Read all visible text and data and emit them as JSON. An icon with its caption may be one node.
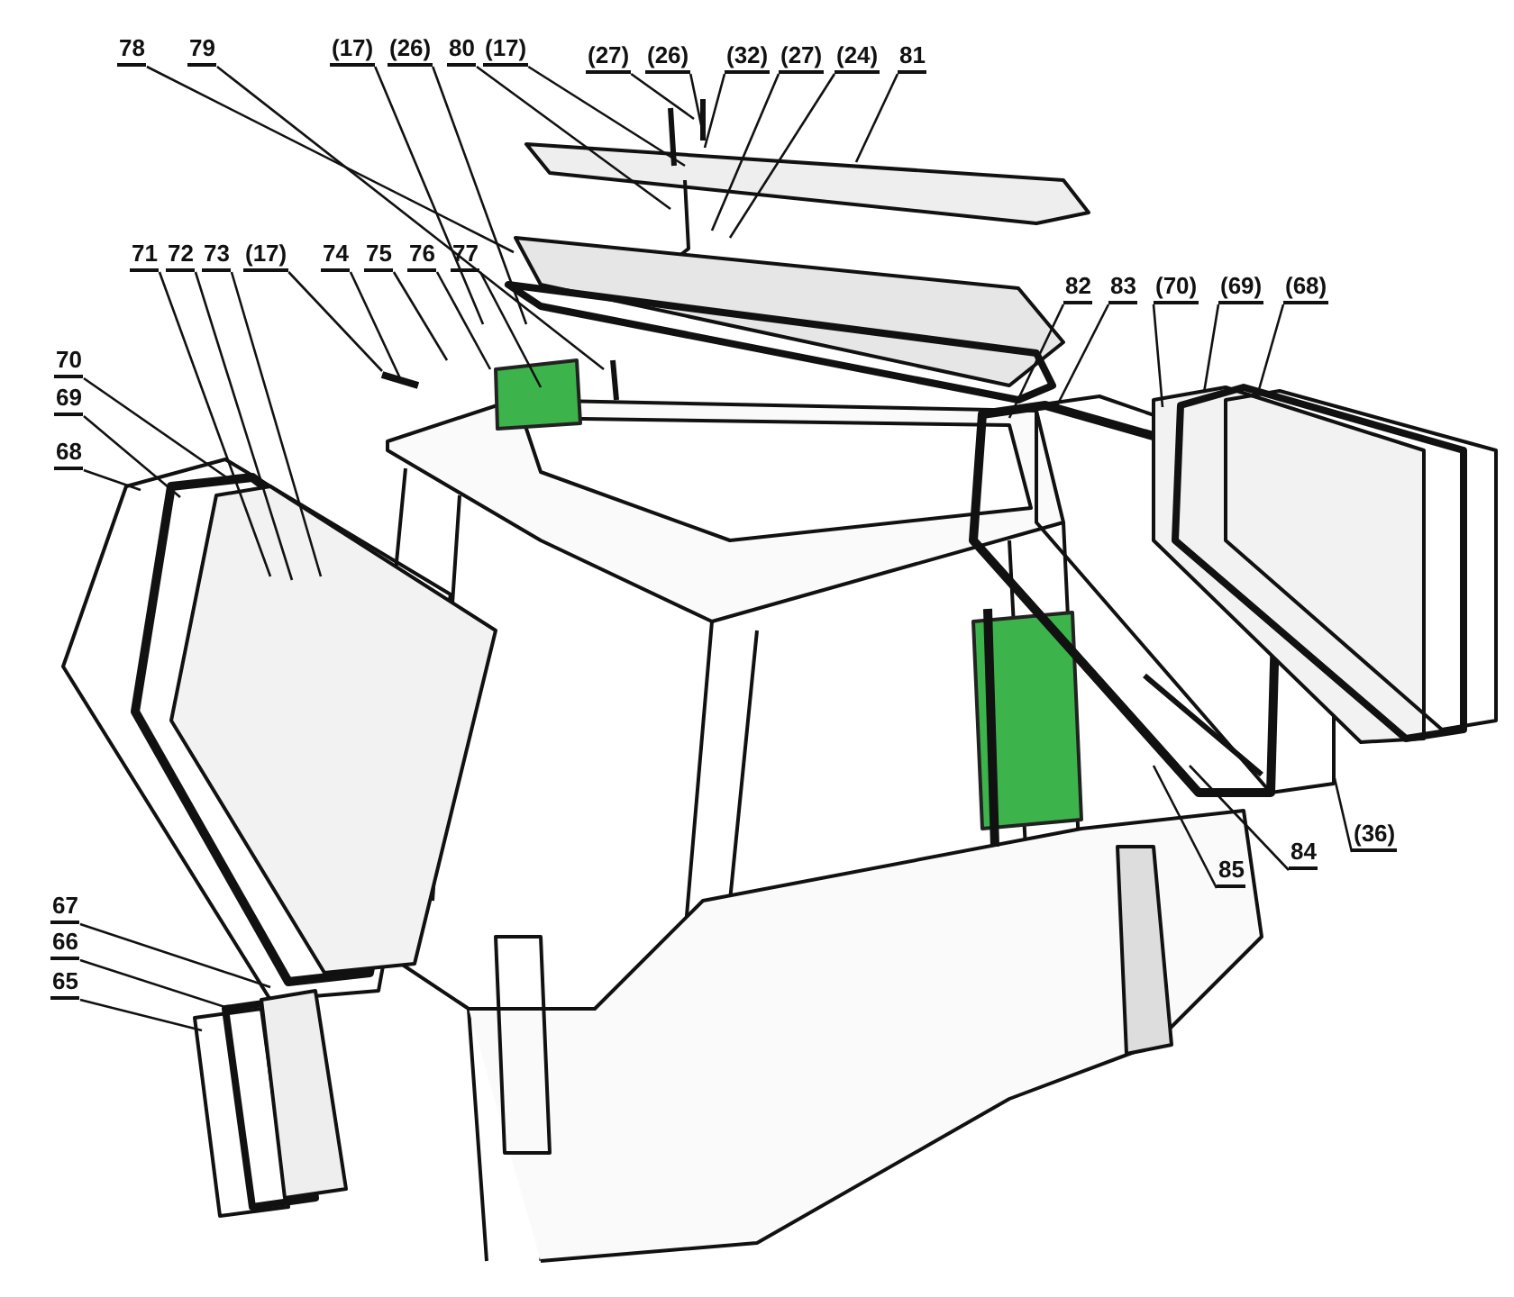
{
  "diagram": {
    "nodes": [
      {
        "text": [
          "78"
        ]
      },
      {
        "text": [
          "79"
        ]
      },
      {
        "text": [
          "(17)"
        ]
      },
      {
        "text": [
          "(26)"
        ]
      },
      {
        "text": [
          "80"
        ]
      },
      {
        "text": [
          "(17)"
        ]
      },
      {
        "text": [
          "(27)"
        ]
      },
      {
        "text": [
          "(26)"
        ]
      },
      {
        "text": [
          "(32)"
        ]
      },
      {
        "text": [
          "(27)"
        ]
      },
      {
        "text": [
          "(24)"
        ]
      },
      {
        "text": [
          "81"
        ]
      },
      {
        "text": [
          "71"
        ]
      },
      {
        "text": [
          "72"
        ]
      },
      {
        "text": [
          "73"
        ]
      },
      {
        "text": [
          "(17)"
        ]
      },
      {
        "text": [
          "74"
        ]
      },
      {
        "text": [
          "75"
        ]
      },
      {
        "text": [
          "76"
        ]
      },
      {
        "text": [
          "77"
        ]
      },
      {
        "text": [
          "70"
        ]
      },
      {
        "text": [
          "69"
        ]
      },
      {
        "text": [
          "68"
        ]
      },
      {
        "text": [
          "82"
        ]
      },
      {
        "text": [
          "83"
        ]
      },
      {
        "text": [
          "(70)"
        ]
      },
      {
        "text": [
          "(69)"
        ]
      },
      {
        "text": [
          "(68)"
        ]
      },
      {
        "text": [
          "85"
        ]
      },
      {
        "text": [
          "84"
        ]
      },
      {
        "text": [
          "(36)"
        ]
      },
      {
        "text": [
          "67"
        ]
      },
      {
        "text": [
          "66"
        ]
      },
      {
        "text": [
          "65"
        ]
      }
    ],
    "edges": [
      {
        "from": 0,
        "to": null,
        "arrow": "none"
      },
      {
        "from": 1,
        "to": null,
        "arrow": "none"
      },
      {
        "from": 2,
        "to": null,
        "arrow": "none"
      },
      {
        "from": 3,
        "to": null,
        "arrow": "none"
      },
      {
        "from": 4,
        "to": null,
        "arrow": "none"
      },
      {
        "from": 5,
        "to": null,
        "arrow": "none"
      },
      {
        "from": 6,
        "to": null,
        "arrow": "none"
      },
      {
        "from": 7,
        "to": null,
        "arrow": "none"
      },
      {
        "from": 8,
        "to": null,
        "arrow": "none"
      },
      {
        "from": 9,
        "to": null,
        "arrow": "none"
      },
      {
        "from": 10,
        "to": null,
        "arrow": "none"
      },
      {
        "from": 11,
        "to": null,
        "arrow": "none"
      },
      {
        "from": 12,
        "to": null,
        "arrow": "none"
      },
      {
        "from": 13,
        "to": null,
        "arrow": "none"
      },
      {
        "from": 14,
        "to": null,
        "arrow": "none"
      },
      {
        "from": 15,
        "to": null,
        "arrow": "none"
      },
      {
        "from": 16,
        "to": null,
        "arrow": "none"
      },
      {
        "from": 17,
        "to": null,
        "arrow": "none"
      },
      {
        "from": 18,
        "to": null,
        "arrow": "none"
      },
      {
        "from": 19,
        "to": null,
        "arrow": "none"
      },
      {
        "from": 20,
        "to": null,
        "arrow": "none"
      },
      {
        "from": 21,
        "to": null,
        "arrow": "none"
      },
      {
        "from": 22,
        "to": null,
        "arrow": "none"
      },
      {
        "from": 23,
        "to": null,
        "arrow": "none"
      },
      {
        "from": 24,
        "to": null,
        "arrow": "none"
      },
      {
        "from": 25,
        "to": null,
        "arrow": "none"
      },
      {
        "from": 26,
        "to": null,
        "arrow": "none"
      },
      {
        "from": 27,
        "to": null,
        "arrow": "none"
      },
      {
        "from": 28,
        "to": null,
        "arrow": "none"
      },
      {
        "from": 29,
        "to": null,
        "arrow": "none"
      },
      {
        "from": 30,
        "to": null,
        "arrow": "none"
      },
      {
        "from": 31,
        "to": null,
        "arrow": "none"
      },
      {
        "from": 32,
        "to": null,
        "arrow": "none"
      },
      {
        "from": 33,
        "to": null,
        "arrow": "none"
      }
    ]
  }
}
